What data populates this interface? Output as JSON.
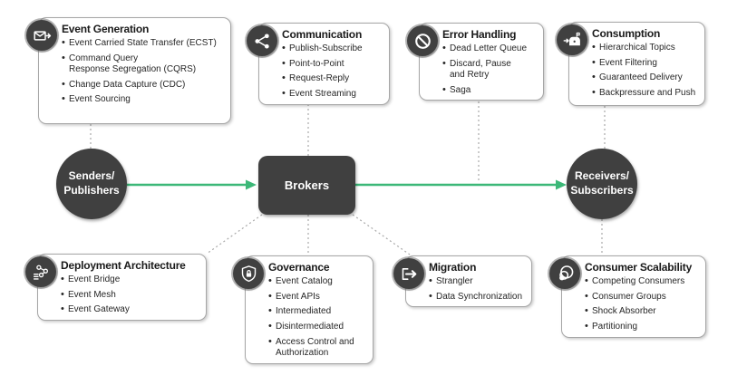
{
  "colors": {
    "accent_green": "#3CB878",
    "node_dark": "#404040",
    "card_border": "#A6A6A6",
    "connector_gray": "#A9A9A9",
    "title_text": "#1A1A1A",
    "item_text": "#262626"
  },
  "flow": {
    "senders_label": "Senders/\nPublishers",
    "brokers_label": "Brokers",
    "receivers_label": "Receivers/\nSubscribers"
  },
  "cards": [
    {
      "title": "Event Generation",
      "icon": "envelope-arrow-icon",
      "items": [
        "Event Carried State Transfer (ECST)",
        "Command Query\nResponse Segregation (CQRS)",
        "Change Data Capture (CDC)",
        "Event Sourcing"
      ]
    },
    {
      "title": "Communication",
      "icon": "share-icon",
      "items": [
        "Publish-Subscribe",
        "Point-to-Point",
        "Request-Reply",
        "Event Streaming"
      ]
    },
    {
      "title": "Error Handling",
      "icon": "prohibition-icon",
      "items": [
        "Dead Letter Queue",
        "Discard, Pause\nand Retry",
        "Saga"
      ]
    },
    {
      "title": "Consumption",
      "icon": "mailbox-icon",
      "items": [
        "Hierarchical Topics",
        "Event Filtering",
        "Guaranteed Delivery",
        "Backpressure and Push"
      ]
    },
    {
      "title": "Deployment Architecture",
      "icon": "network-nodes-icon",
      "items": [
        "Event Bridge",
        "Event Mesh",
        "Event Gateway"
      ]
    },
    {
      "title": "Governance",
      "icon": "shield-lock-icon",
      "items": [
        "Event Catalog",
        "Event APIs",
        "Intermediated",
        "Disintermediated",
        "Access Control and\nAuthorization"
      ]
    },
    {
      "title": "Migration",
      "icon": "export-arrow-icon",
      "items": [
        "Strangler",
        "Data Synchronization"
      ]
    },
    {
      "title": "Consumer Scalability",
      "icon": "concentric-circles-icon",
      "items": [
        "Competing Consumers",
        "Consumer Groups",
        "Shock Absorber",
        "Partitioning"
      ]
    }
  ]
}
